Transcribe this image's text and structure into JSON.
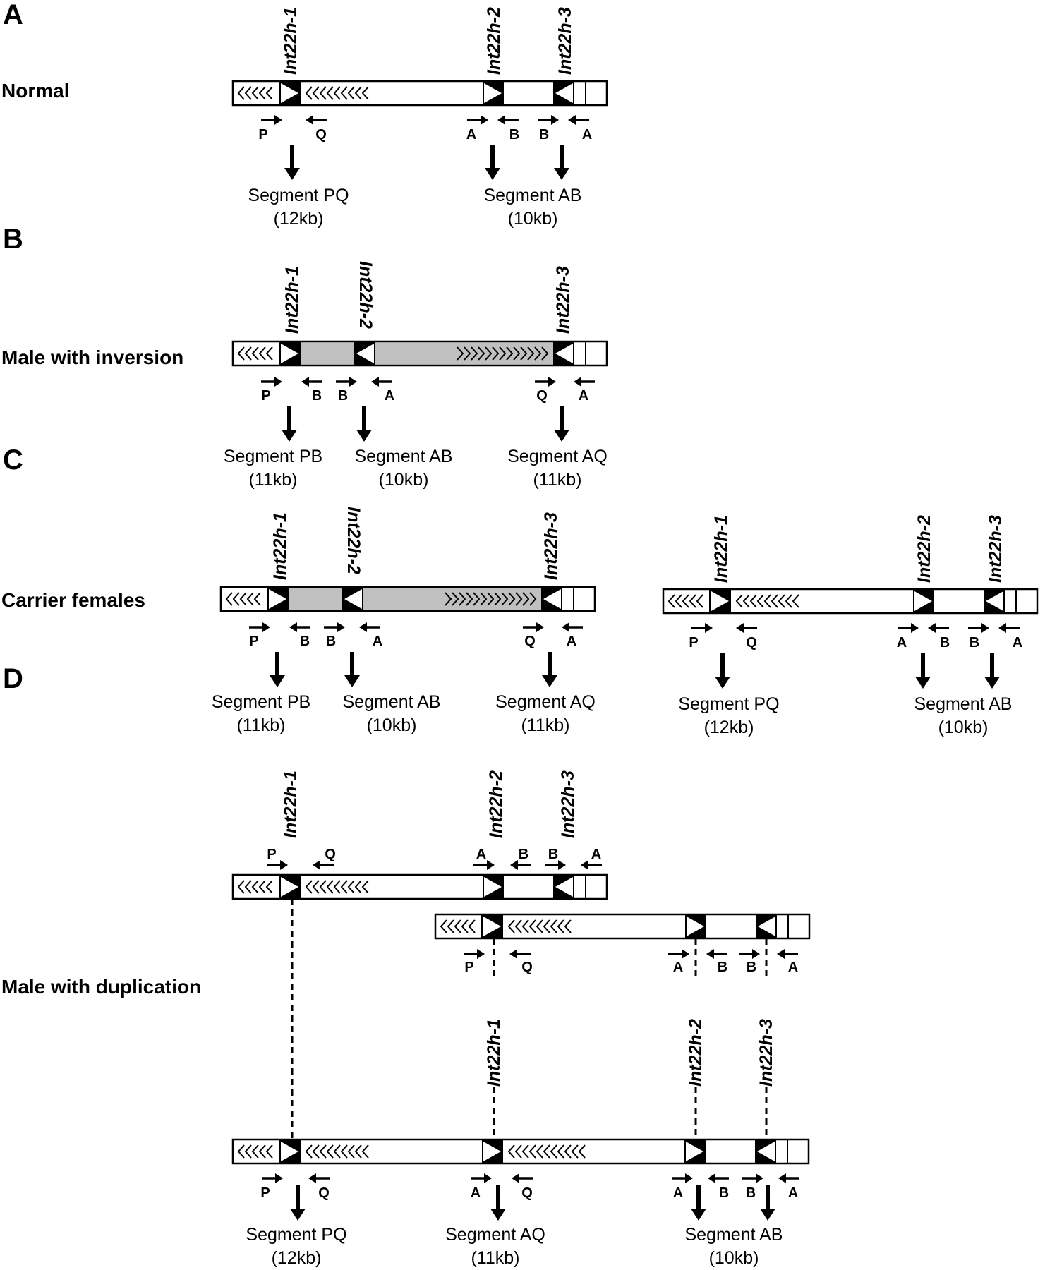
{
  "colors": {
    "stroke": "#000000",
    "inverted_fill": "#c0c0c0",
    "background": "#ffffff"
  },
  "panels": [
    {
      "letter": "A",
      "label": "Normal"
    },
    {
      "letter": "B",
      "label": "Male with inversion"
    },
    {
      "letter": "C",
      "label": "Carrier females"
    },
    {
      "letter": "D",
      "label": "Male with duplication"
    }
  ],
  "loci": {
    "h1": "Int22h-1",
    "h2": "Int22h-2",
    "h3": "Int22h-3"
  },
  "primers": {
    "P": "P",
    "Q": "Q",
    "A": "A",
    "B": "B"
  },
  "segments": {
    "PQ": {
      "name": "Segment PQ",
      "size": "(12kb)"
    },
    "AB": {
      "name": "Segment AB",
      "size": "(10kb)"
    },
    "PB": {
      "name": "Segment PB",
      "size": "(11kb)"
    },
    "AQ": {
      "name": "Segment AQ",
      "size": "(11kb)"
    }
  }
}
